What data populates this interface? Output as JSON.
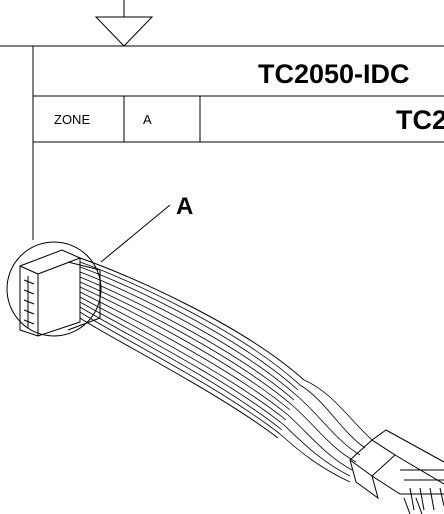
{
  "title_block": {
    "part_number": "TC2050-IDC",
    "zone_label": "ZONE",
    "zone_value": "A",
    "part_number_short": "TC2"
  },
  "detail": {
    "callout_label": "A"
  },
  "colors": {
    "line": "#000000",
    "background": "#ffffff"
  }
}
